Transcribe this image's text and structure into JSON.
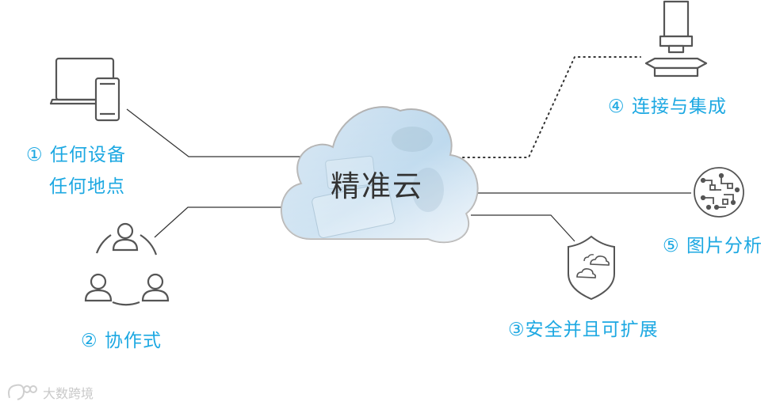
{
  "diagram": {
    "center": {
      "title": "精准云"
    },
    "features": [
      {
        "id": "any-device",
        "number": "①",
        "line1": "任何设备",
        "line2": "任何地点"
      },
      {
        "id": "collaborative",
        "number": "②",
        "text": "协作式"
      },
      {
        "id": "secure",
        "number": "③",
        "text": "安全并且可扩展"
      },
      {
        "id": "connect",
        "number": "④",
        "text": "连接与集成"
      },
      {
        "id": "image",
        "number": "⑤",
        "text": "图片分析"
      }
    ]
  },
  "watermark": {
    "text": "大数跨境"
  },
  "colors": {
    "accent": "#1ca8e2",
    "line": "#333333",
    "icon": "#555555",
    "cloud_fill_top": "#eef3f8",
    "cloud_fill_bottom": "#a9cfe9"
  },
  "icons": {
    "device": "laptop-phone-icon",
    "team": "team-circle-icon",
    "shield": "shield-cloud-icon",
    "microscope": "microscope-icon",
    "circuit": "circuit-icon"
  }
}
